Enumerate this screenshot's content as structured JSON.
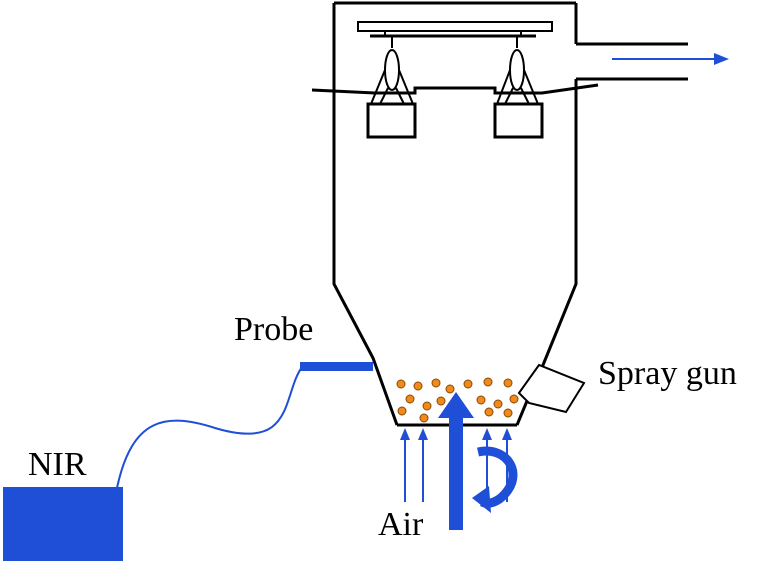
{
  "labels": {
    "probe": "Probe",
    "spray_gun": "Spray gun",
    "nir": "NIR",
    "air": "Air"
  },
  "colors": {
    "line": "#000000",
    "blue": "#1f4fd6",
    "particle_fill": "#f08a1c",
    "particle_stroke": "#8a4a00"
  }
}
